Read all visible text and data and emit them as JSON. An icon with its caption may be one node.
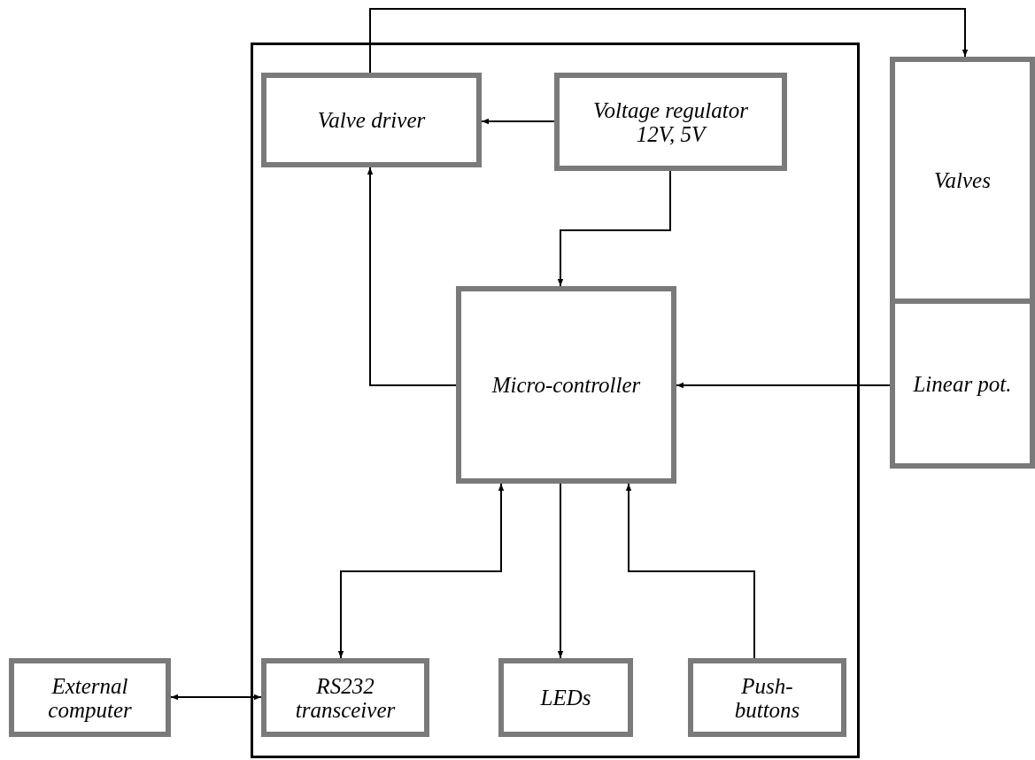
{
  "diagram": {
    "nodes": [
      {
        "text": [],
        "shape": "box"
      },
      {
        "text": [
          "Valve driver"
        ],
        "in": 0
      },
      {
        "text": [
          "Voltage regulator 12V, 5V"
        ],
        "in": 0
      },
      {
        "text": [
          "Micro-controller"
        ],
        "in": 0
      },
      {
        "text": [
          "Valves"
        ]
      },
      {
        "text": [
          "Linear pot."
        ]
      },
      {
        "text": [
          "External computer"
        ]
      },
      {
        "text": [
          "RS232 transceiver"
        ],
        "in": 0
      },
      {
        "text": [
          "LEDs"
        ],
        "in": 0
      },
      {
        "text": [
          "Push-buttons"
        ],
        "in": 0
      }
    ],
    "edges": [
      {
        "from": 2,
        "to": 1,
        "arrow": "to"
      },
      {
        "from": 2,
        "to": 3,
        "arrow": "to"
      },
      {
        "from": 3,
        "to": 1,
        "arrow": "to"
      },
      {
        "from": 1,
        "to": 4,
        "arrow": "to"
      },
      {
        "from": 5,
        "to": 3,
        "arrow": "to"
      },
      {
        "from": 7,
        "to": 3,
        "arrow": "both"
      },
      {
        "from": 3,
        "to": 8,
        "arrow": "to"
      },
      {
        "from": 9,
        "to": 3,
        "arrow": "to"
      },
      {
        "from": 6,
        "to": 7,
        "arrow": "both"
      }
    ]
  }
}
